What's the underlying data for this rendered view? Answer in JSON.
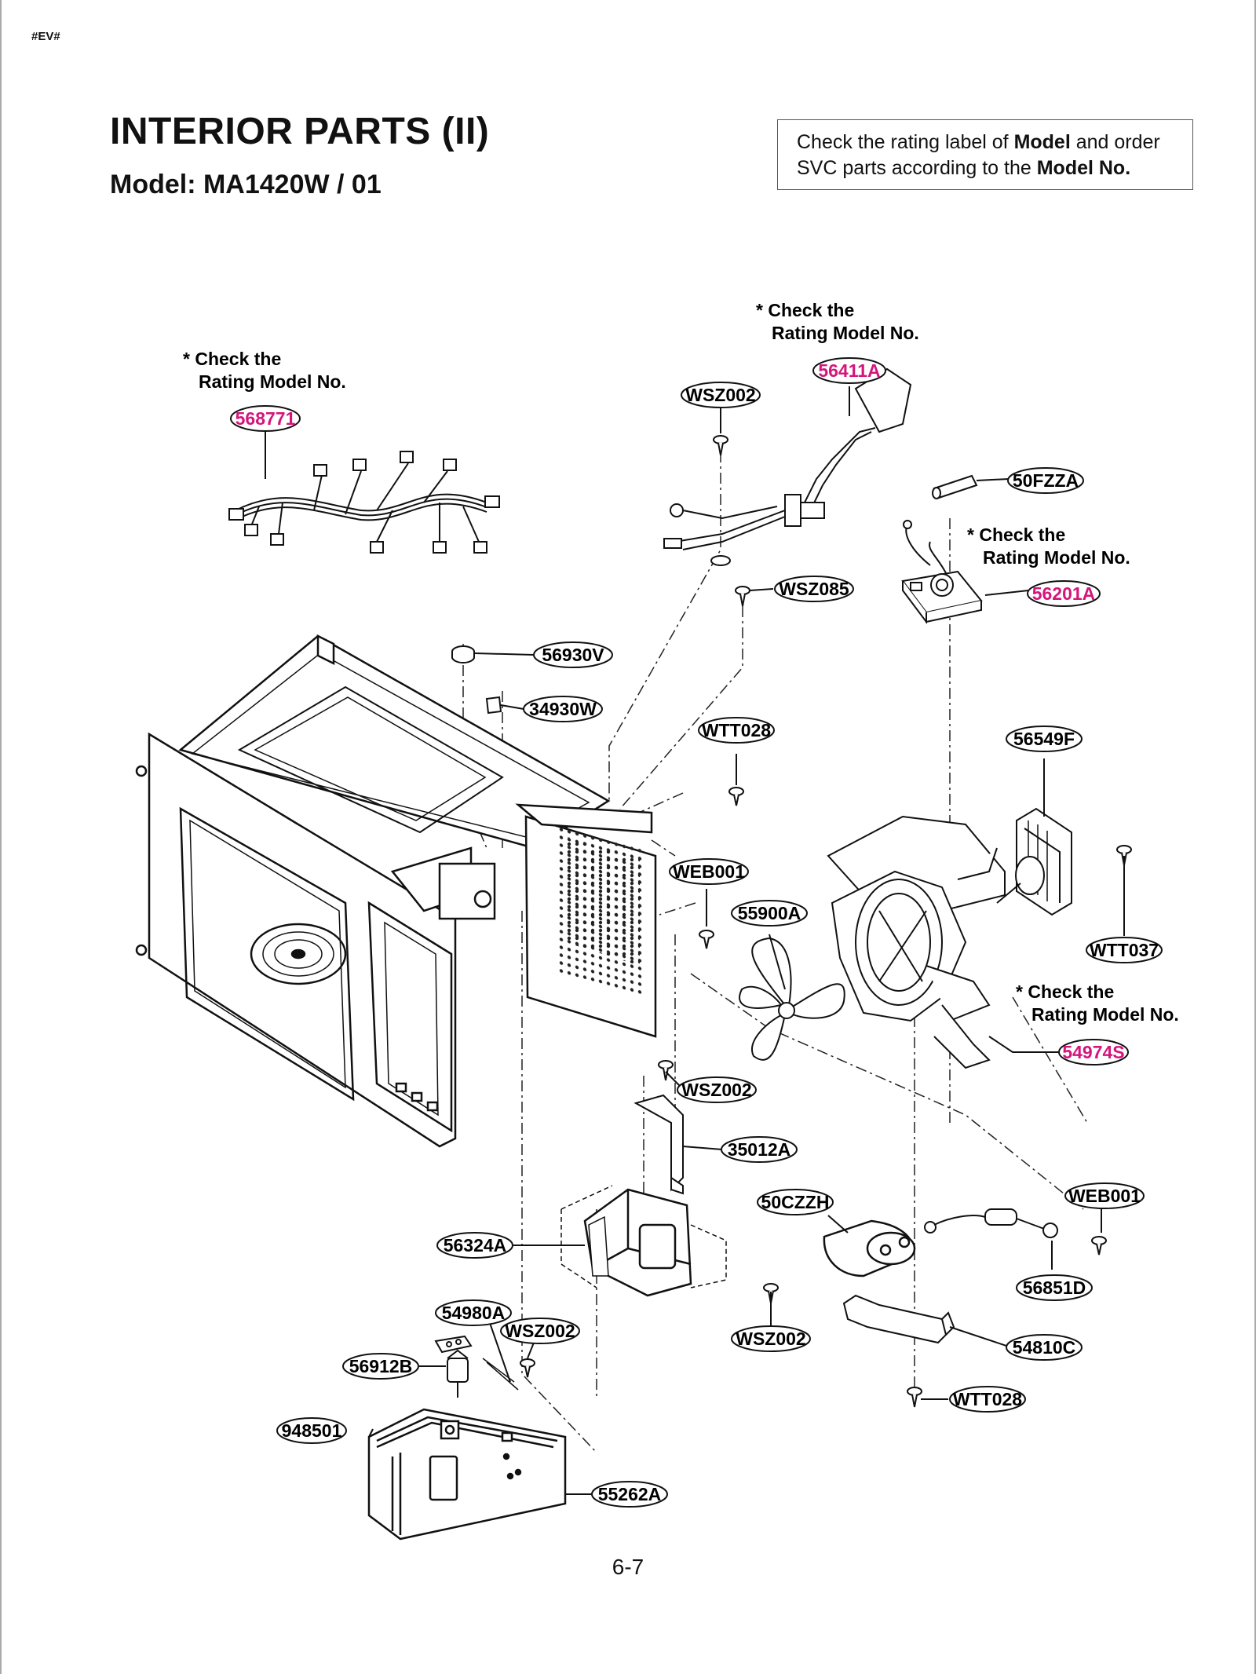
{
  "page_tag": "#EV#",
  "title": "INTERIOR PARTS (II)",
  "subtitle": "Model: MA1420W / 01",
  "notice": {
    "text1": "Check the rating label of ",
    "bold1": "Model",
    "text2": " and order",
    "text3": "SVC parts according to the ",
    "bold2": "Model No."
  },
  "notes": [
    {
      "line1": "* Check the",
      "line2": "Rating Model No."
    },
    {
      "line1": "* Check the",
      "line2": "Rating Model No."
    },
    {
      "line1": "* Check the",
      "line2": "Rating Model No."
    },
    {
      "line1": "* Check the",
      "line2": "Rating Model No."
    }
  ],
  "parts": [
    {
      "code": "568771",
      "highlight": true
    },
    {
      "code": "56411A",
      "highlight": true
    },
    {
      "code": "WSZ002",
      "highlight": false
    },
    {
      "code": "50FZZA",
      "highlight": false
    },
    {
      "code": "56201A",
      "highlight": true
    },
    {
      "code": "WSZ085",
      "highlight": false
    },
    {
      "code": "56930V",
      "highlight": false
    },
    {
      "code": "34930W",
      "highlight": false
    },
    {
      "code": "WTT028",
      "highlight": false
    },
    {
      "code": "56549F",
      "highlight": false
    },
    {
      "code": "WEB001",
      "highlight": false
    },
    {
      "code": "55900A",
      "highlight": false
    },
    {
      "code": "WTT037",
      "highlight": false
    },
    {
      "code": "54974S",
      "highlight": true
    },
    {
      "code": "WSZ002",
      "highlight": false
    },
    {
      "code": "35012A",
      "highlight": false
    },
    {
      "code": "50CZZH",
      "highlight": false
    },
    {
      "code": "WEB001",
      "highlight": false
    },
    {
      "code": "56324A",
      "highlight": false
    },
    {
      "code": "56851D",
      "highlight": false
    },
    {
      "code": "54980A",
      "highlight": false
    },
    {
      "code": "WSZ002",
      "highlight": false
    },
    {
      "code": "WSZ002",
      "highlight": false
    },
    {
      "code": "54810C",
      "highlight": false
    },
    {
      "code": "56912B",
      "highlight": false
    },
    {
      "code": "WTT028",
      "highlight": false
    },
    {
      "code": "948501",
      "highlight": false
    },
    {
      "code": "55262A",
      "highlight": false
    }
  ],
  "page_number": "6-7",
  "colors": {
    "highlight": "#d4157c",
    "text": "#111111"
  }
}
